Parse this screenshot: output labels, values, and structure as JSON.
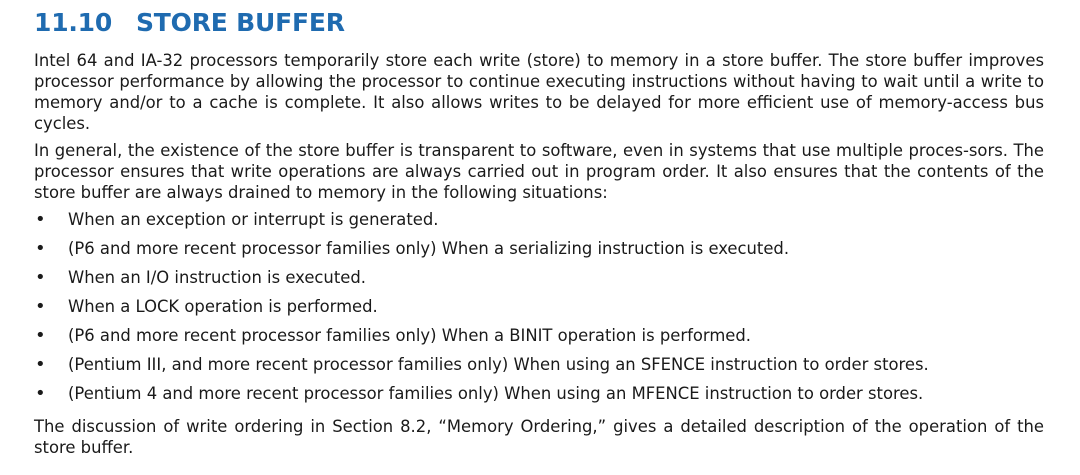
{
  "section": {
    "number": "11.10",
    "title": "STORE BUFFER"
  },
  "paragraphs": [
    "Intel 64 and IA-32 processors temporarily store each write (store) to memory in a store buffer. The store buffer improves processor performance by allowing the processor to continue executing instructions without having to wait until a write to memory and/or to a cache is complete. It also allows writes to be delayed for more efficient use of memory-access bus cycles.",
    "In general, the existence of the store buffer is transparent to software, even in systems that use multiple proces-sors. The processor ensures that write operations are always carried out in program order. It also ensures that the contents of the store buffer are always drained to memory in the following situations:"
  ],
  "bullet_symbol": "•",
  "bullets": [
    "When an exception or interrupt is generated.",
    "(P6 and more recent processor families only) When a serializing instruction is executed.",
    "When an I/O instruction is executed.",
    "When a LOCK operation is performed.",
    "(P6 and more recent processor families only) When a BINIT operation is performed.",
    "(Pentium III, and more recent processor families only) When using an SFENCE instruction to order stores.",
    "(Pentium 4 and more recent processor families only) When using an MFENCE instruction to order stores."
  ],
  "closing": "The discussion of write ordering in Section 8.2, “Memory Ordering,” gives a detailed description of the operation of the store buffer.",
  "colors": {
    "heading": "#1f6bb0",
    "text": "#1a1a1a"
  }
}
